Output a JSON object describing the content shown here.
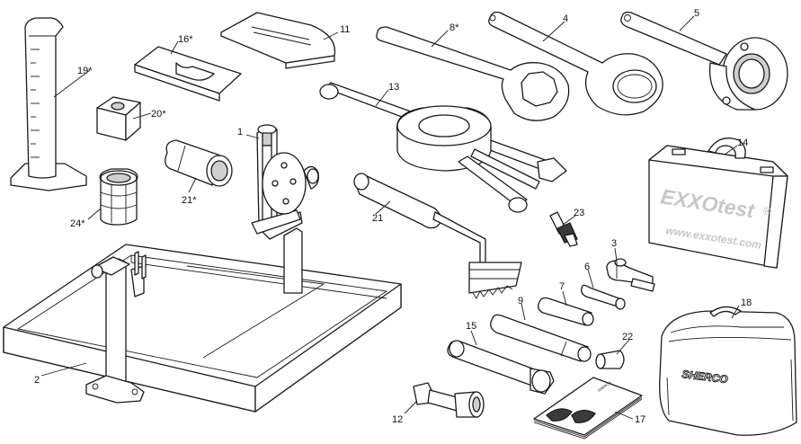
{
  "labels": {
    "p1": "1",
    "p2": "2",
    "p3": "3",
    "p4": "4",
    "p5": "5",
    "p6": "6",
    "p7": "7",
    "p8": "8*",
    "p9": "9",
    "p11": "11",
    "p12": "12",
    "p13": "13",
    "p14": "14",
    "p15": "15",
    "p16": "16*",
    "p17": "17",
    "p18": "18",
    "p19": "19*",
    "p20": "20*",
    "p21a": "21*",
    "p21b": "21",
    "p22": "22",
    "p23": "23",
    "p24": "24*"
  },
  "case_branding": {
    "logo_text": "EXXOtest",
    "registered_mark": "®",
    "url_text": "www.exxotest.com"
  },
  "bag_branding": {
    "logo_text": "SHERCO"
  },
  "manual_cover": {
    "brand": "SHERCO"
  },
  "colors": {
    "line": "#1a1a1a",
    "fill": "#ffffff",
    "shade": "#cfcfcf",
    "watermark": "#c7c7c7"
  }
}
